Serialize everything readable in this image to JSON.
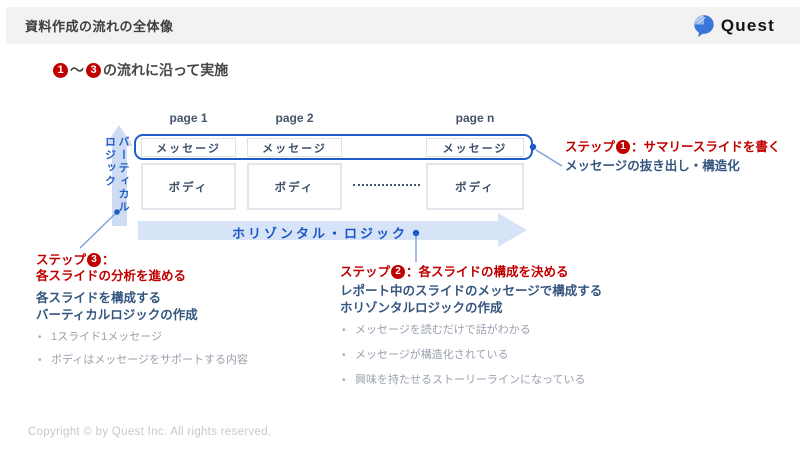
{
  "colors": {
    "accent_blue": "#1e5cc8",
    "light_blue_arrow": "#d7e3f6",
    "step_red": "#c00000",
    "navy_text": "#35567f",
    "gray_bullet_text": "#9aa1ae",
    "box_text": "#3d4e69",
    "header_bar_bg": "#f2f2f2"
  },
  "header": {
    "title": "資料作成の流れの全体像",
    "logo_text": "Quest",
    "logo_icon": "speech-bubble-icon"
  },
  "heading": {
    "num_start": "1",
    "tilde": "〜",
    "num_end": "3",
    "text": "の流れに沿って実施"
  },
  "diagram": {
    "vertical_axis": {
      "line1": "バーティカル",
      "line2": "ロジック"
    },
    "horizontal_axis": "ホリゾンタル・ロジック",
    "pages": [
      {
        "label": "page 1",
        "message": "メッセージ",
        "body": "ボディ"
      },
      {
        "label": "page 2",
        "message": "メッセージ",
        "body": "ボディ"
      },
      {
        "label": "page n",
        "message": "メッセージ",
        "body": "ボディ"
      }
    ]
  },
  "steps": {
    "step1": {
      "label_prefix": "ステップ",
      "number": "1",
      "label_suffix": "：サマリースライドを書く",
      "subtitle": "メッセージの抜き出し・構造化"
    },
    "step2": {
      "label_prefix": "ステップ",
      "number": "2",
      "label_suffix": "：各スライドの構成を決める",
      "subtitle_line1": "レポート中のスライドのメッセージで構成する",
      "subtitle_line2": "ホリゾンタルロジックの作成",
      "bullets": [
        "メッセージを読むだけで話がわかる",
        "メッセージが構造化されている",
        "興味を持たせるストーリーラインになっている"
      ]
    },
    "step3": {
      "label_prefix": "ステップ",
      "number": "3",
      "label_suffix": "：",
      "title_line2": "各スライドの分析を進める",
      "subtitle_line1": "各スライドを構成する",
      "subtitle_line2": "バーティカルロジックの作成",
      "bullets": [
        "1スライド1メッセージ",
        "ボディはメッセージをサポートする内容"
      ]
    }
  },
  "footer": {
    "copyright": "Copyright © by Quest Inc. All rights reserved."
  }
}
